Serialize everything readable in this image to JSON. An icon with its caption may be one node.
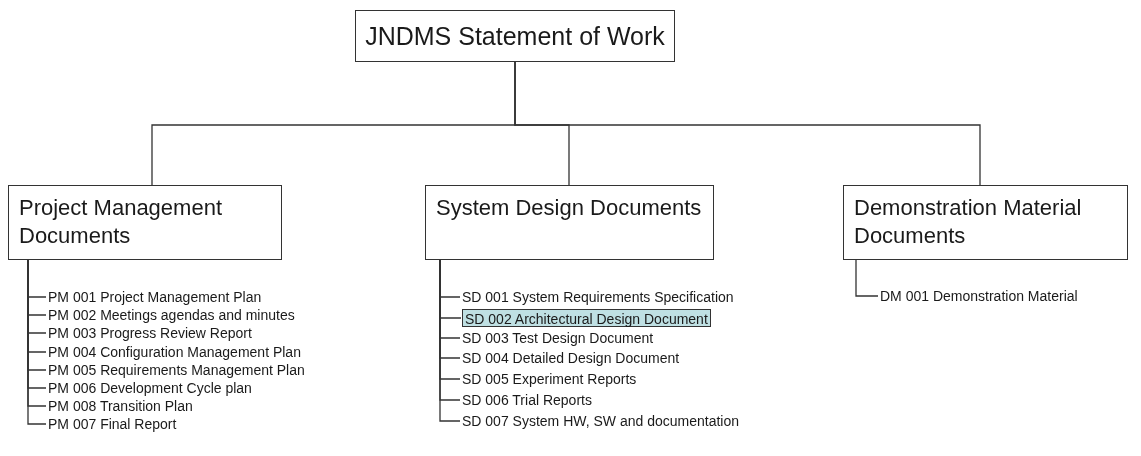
{
  "diagram": {
    "nodes": [
      {
        "text": [
          "JNDMS Statement of Work"
        ]
      },
      {
        "text": [
          "Project Management Documents"
        ]
      },
      {
        "text": [
          "System Design Documents"
        ]
      },
      {
        "text": [
          "Demonstration Material Documents"
        ]
      },
      {
        "text": [
          "PM 001 Project Management Plan"
        ]
      },
      {
        "text": [
          "PM 002 Meetings agendas and minutes"
        ]
      },
      {
        "text": [
          "PM 003 Progress Review Report"
        ]
      },
      {
        "text": [
          "PM 004 Configuration Management Plan"
        ]
      },
      {
        "text": [
          "PM 005 Requirements Management Plan"
        ]
      },
      {
        "text": [
          "PM 006 Development Cycle plan"
        ]
      },
      {
        "text": [
          "PM 008 Transition Plan"
        ]
      },
      {
        "text": [
          "PM 007 Final Report"
        ]
      },
      {
        "text": [
          "SD 001 System Requirements Specification"
        ]
      },
      {
        "text": [
          "SD 002 Architectural Design Document"
        ]
      },
      {
        "text": [
          "SD 003 Test Design Document"
        ]
      },
      {
        "text": [
          "SD 004 Detailed Design Document"
        ]
      },
      {
        "text": [
          "SD 005 Experiment Reports"
        ]
      },
      {
        "text": [
          "SD 006 Trial Reports"
        ]
      },
      {
        "text": [
          "SD 007 System HW, SW and documentation"
        ]
      },
      {
        "text": [
          "DM 001 Demonstration Material"
        ]
      }
    ],
    "edges": [
      {
        "from": 0,
        "to": 1,
        "arrow": "none"
      },
      {
        "from": 0,
        "to": 2,
        "arrow": "none"
      },
      {
        "from": 0,
        "to": 3,
        "arrow": "none"
      },
      {
        "from": 1,
        "to": 4,
        "arrow": "none"
      },
      {
        "from": 1,
        "to": 5,
        "arrow": "none"
      },
      {
        "from": 1,
        "to": 6,
        "arrow": "none"
      },
      {
        "from": 1,
        "to": 7,
        "arrow": "none"
      },
      {
        "from": 1,
        "to": 8,
        "arrow": "none"
      },
      {
        "from": 1,
        "to": 9,
        "arrow": "none"
      },
      {
        "from": 1,
        "to": 10,
        "arrow": "none"
      },
      {
        "from": 1,
        "to": 11,
        "arrow": "none"
      },
      {
        "from": 2,
        "to": 12,
        "arrow": "none"
      },
      {
        "from": 2,
        "to": 13,
        "arrow": "none"
      },
      {
        "from": 2,
        "to": 14,
        "arrow": "none"
      },
      {
        "from": 2,
        "to": 15,
        "arrow": "none"
      },
      {
        "from": 2,
        "to": 16,
        "arrow": "none"
      },
      {
        "from": 2,
        "to": 17,
        "arrow": "none"
      },
      {
        "from": 2,
        "to": 18,
        "arrow": "none"
      },
      {
        "from": 3,
        "to": 19,
        "arrow": "none"
      }
    ]
  }
}
